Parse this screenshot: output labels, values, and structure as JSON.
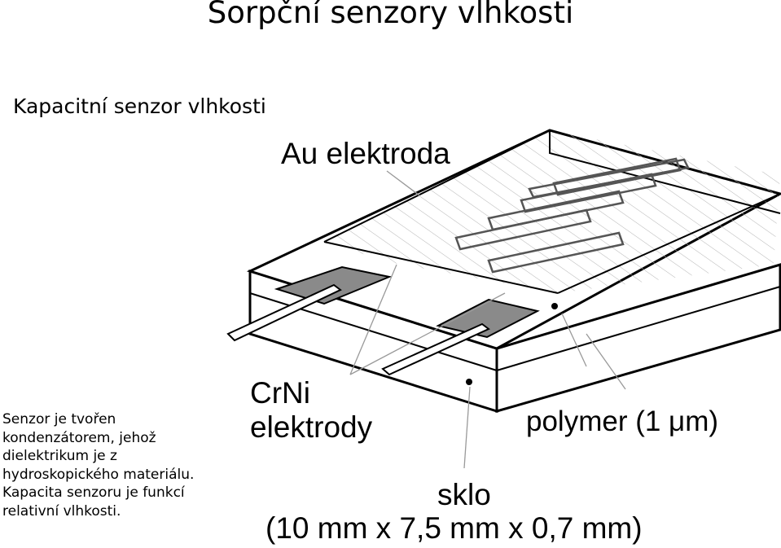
{
  "title": "Sorpční senzory vlhkosti",
  "subtitle": "Kapacitní senzor vlhkosti",
  "description_lines": [
    "Senzor je tvořen",
    "kondenzátorem, jehož",
    "dielektrikum je z",
    "hydroskopického materiálu.",
    "Kapacita senzoru je funkcí",
    "relativní vlhkosti."
  ],
  "labels": {
    "au_electrode": "Au elektroda",
    "crni_line1": "CrNi",
    "crni_line2": "elektrody",
    "polymer": "polymer (1 μm)",
    "glass": "sklo",
    "dimensions": "(10 mm x 7,5 mm x 0,7 mm)"
  }
}
